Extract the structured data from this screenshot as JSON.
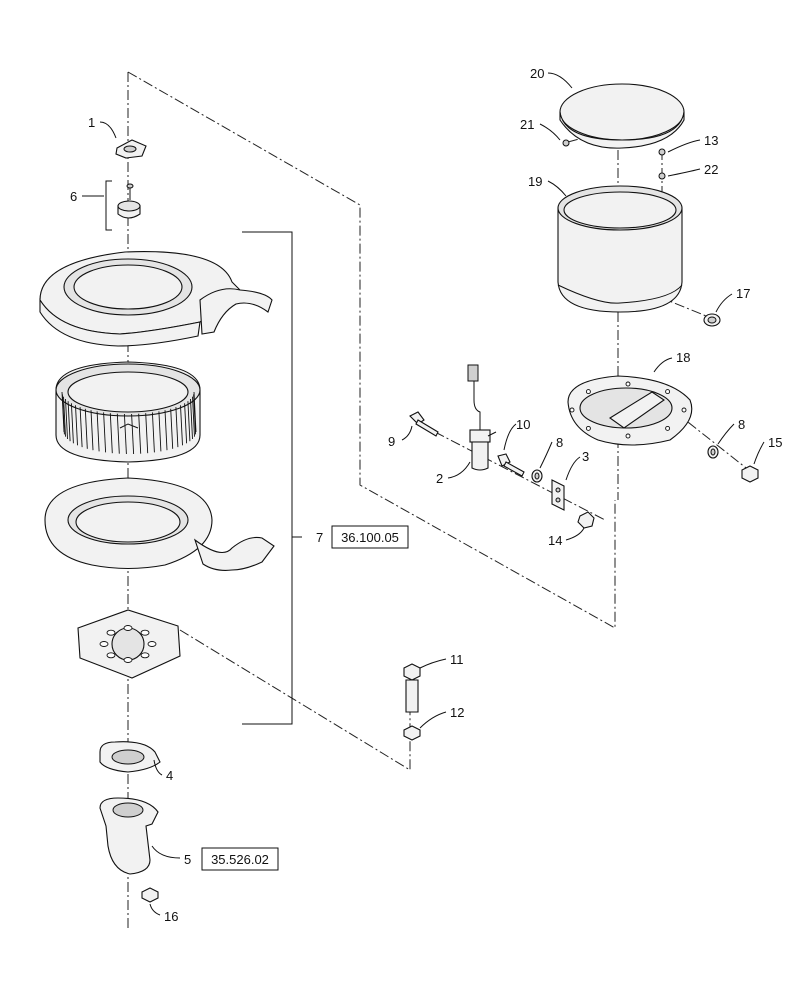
{
  "callouts": {
    "c1": "1",
    "c2": "2",
    "c3": "3",
    "c4": "4",
    "c5": "5",
    "c6": "6",
    "c7": "7",
    "c8a": "8",
    "c8b": "8",
    "c9": "9",
    "c10": "10",
    "c11": "11",
    "c12": "12",
    "c13": "13",
    "c14": "14",
    "c15": "15",
    "c16": "16",
    "c17": "17",
    "c18": "18",
    "c19": "19",
    "c20": "20",
    "c21": "21",
    "c22": "22"
  },
  "references": {
    "ref7": "36.100.05",
    "ref5": "35.526.02"
  }
}
